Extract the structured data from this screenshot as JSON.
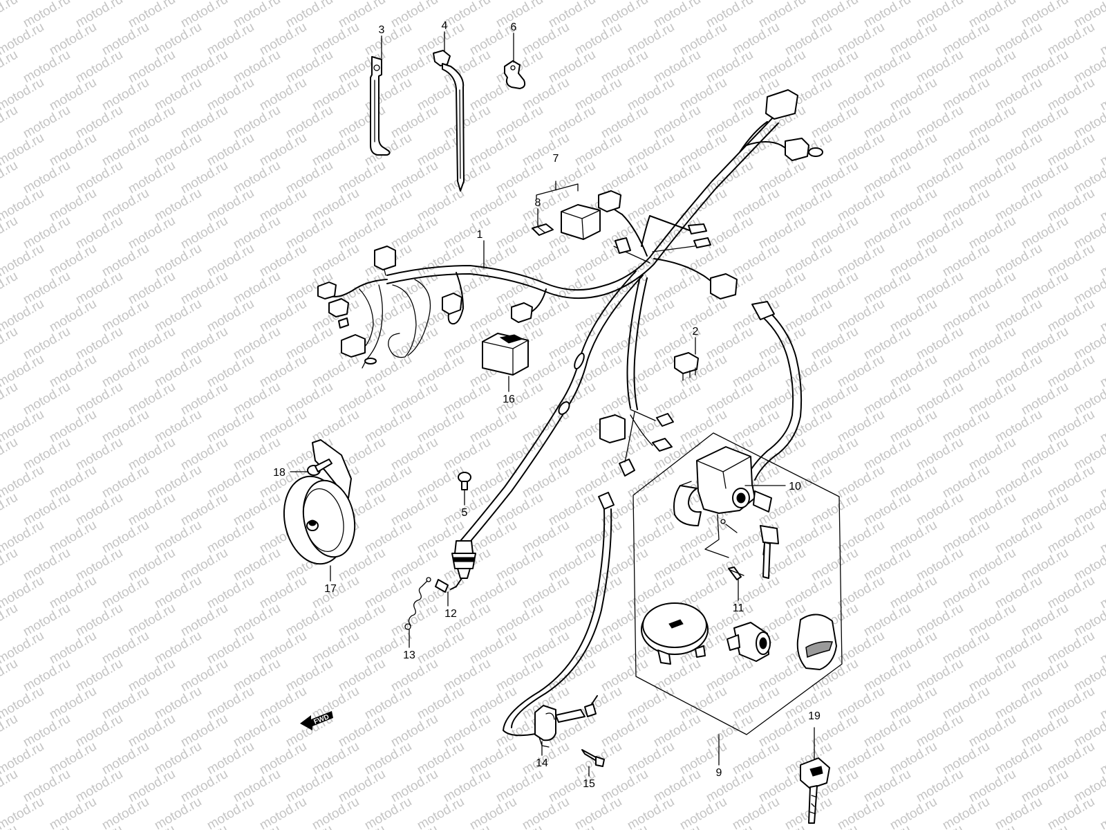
{
  "watermark": {
    "text": "motod.ru",
    "color": "#c4c4c4"
  },
  "fwd_label": "FWD",
  "callouts": [
    {
      "id": "1",
      "label": "1"
    },
    {
      "id": "2",
      "label": "2"
    },
    {
      "id": "3",
      "label": "3"
    },
    {
      "id": "4",
      "label": "4"
    },
    {
      "id": "5",
      "label": "5"
    },
    {
      "id": "6",
      "label": "6"
    },
    {
      "id": "7",
      "label": "7"
    },
    {
      "id": "8",
      "label": "8"
    },
    {
      "id": "9",
      "label": "9"
    },
    {
      "id": "10",
      "label": "10"
    },
    {
      "id": "11",
      "label": "11"
    },
    {
      "id": "12",
      "label": "12"
    },
    {
      "id": "13",
      "label": "13"
    },
    {
      "id": "14",
      "label": "14"
    },
    {
      "id": "15",
      "label": "15"
    },
    {
      "id": "16",
      "label": "16"
    },
    {
      "id": "17",
      "label": "17"
    },
    {
      "id": "18",
      "label": "18"
    },
    {
      "id": "19",
      "label": "19"
    }
  ],
  "colors": {
    "line": "#000000",
    "background": "#ffffff"
  }
}
